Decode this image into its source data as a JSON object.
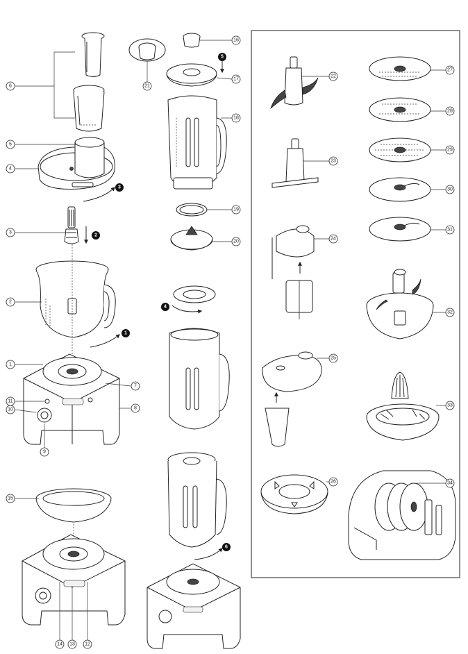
{
  "diagram": {
    "callouts": [
      "1",
      "2",
      "3",
      "4",
      "5",
      "6",
      "7",
      "8",
      "9",
      "10",
      "11",
      "12",
      "13",
      "14",
      "15",
      "16",
      "17",
      "18",
      "19",
      "20",
      "21",
      "22",
      "23",
      "24",
      "25",
      "26",
      "27",
      "28",
      "29",
      "30",
      "31",
      "32",
      "33",
      "34"
    ],
    "steps": [
      "1",
      "2",
      "3",
      "4",
      "5",
      "6"
    ],
    "accessory_panel": true
  }
}
